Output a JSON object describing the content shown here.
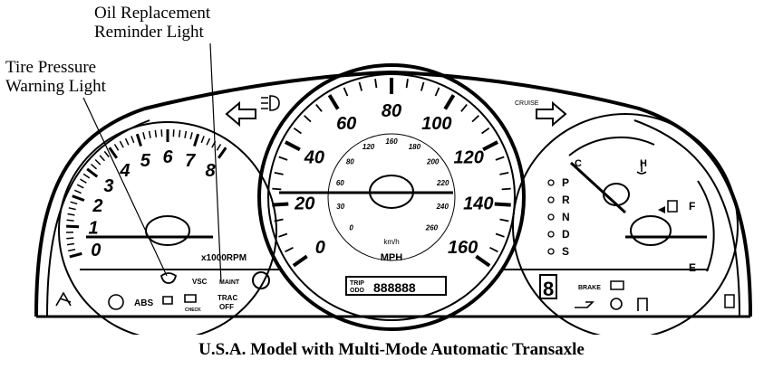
{
  "callouts": {
    "oil_reminder": "Oil Replacement\nReminder Light",
    "tire_pressure": "Tire Pressure\nWarning Light"
  },
  "caption": "U.S.A. Model with Multi-Mode Automatic Transaxle",
  "tachometer": {
    "numbers": [
      "0",
      "1",
      "2",
      "3",
      "4",
      "5",
      "6",
      "7",
      "8"
    ],
    "unit": "x1000RPM"
  },
  "speedometer": {
    "mph_numbers": [
      "0",
      "20",
      "40",
      "60",
      "80",
      "100",
      "120",
      "140",
      "160"
    ],
    "kmh_numbers": [
      "0",
      "30",
      "60",
      "80",
      "120",
      "160",
      "180",
      "200",
      "220",
      "240",
      "260"
    ],
    "kmh_unit": "km/h",
    "mph_unit": "MPH",
    "odometer_label_top": "TRIP",
    "odometer_label_bottom": "ODO",
    "odometer_value": "888888",
    "cruise": "CRUISE"
  },
  "gauges": {
    "temp_cold": "C",
    "temp_hot": "H",
    "fuel_empty": "E",
    "fuel_full": "F"
  },
  "gear_positions": [
    "P",
    "R",
    "N",
    "D",
    "S"
  ],
  "gear_digit": "8",
  "warning_labels": {
    "abs": "ABS",
    "vsc": "VSC",
    "maint": "MAINT",
    "trac": "TRAC",
    "off": "OFF",
    "check": "CHECK",
    "brake": "BRAKE"
  }
}
